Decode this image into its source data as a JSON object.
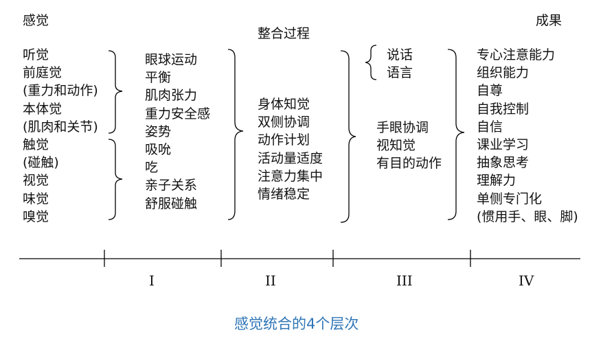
{
  "header": {
    "left_label": "感觉",
    "center_label": "整合过程",
    "right_label": "成果"
  },
  "senses": [
    "听觉",
    "前庭觉",
    "(重力和动作)",
    "本体觉",
    "(肌肉和关节)",
    "触觉",
    "(碰触)",
    "视觉",
    "味觉",
    "嗅觉"
  ],
  "level1_items": [
    "眼球运动",
    "平衡",
    "肌肉张力",
    "重力安全感",
    "姿势",
    "吸吮",
    "吃",
    "亲子关系",
    "舒服碰触"
  ],
  "level2_items": [
    "身体知觉",
    "双侧协调",
    "动作计划",
    "活动量适度",
    "注意力集中",
    "情绪稳定"
  ],
  "level3_top_items": [
    "说话",
    "语言"
  ],
  "level3_items": [
    "手眼协调",
    "视知觉",
    "有目的动作"
  ],
  "outcomes": [
    "专心注意能力",
    "组织能力",
    "自尊",
    "自我控制",
    "自信",
    "课业学习",
    "抽象思考",
    "理解力",
    "单侧专门化",
    "(惯用手、眼、脚)"
  ],
  "axis_labels": [
    "I",
    "II",
    "III",
    "IV"
  ],
  "caption": "感觉统合的4个层次",
  "colors": {
    "caption": "#2e75b6",
    "lines": "#000000"
  }
}
